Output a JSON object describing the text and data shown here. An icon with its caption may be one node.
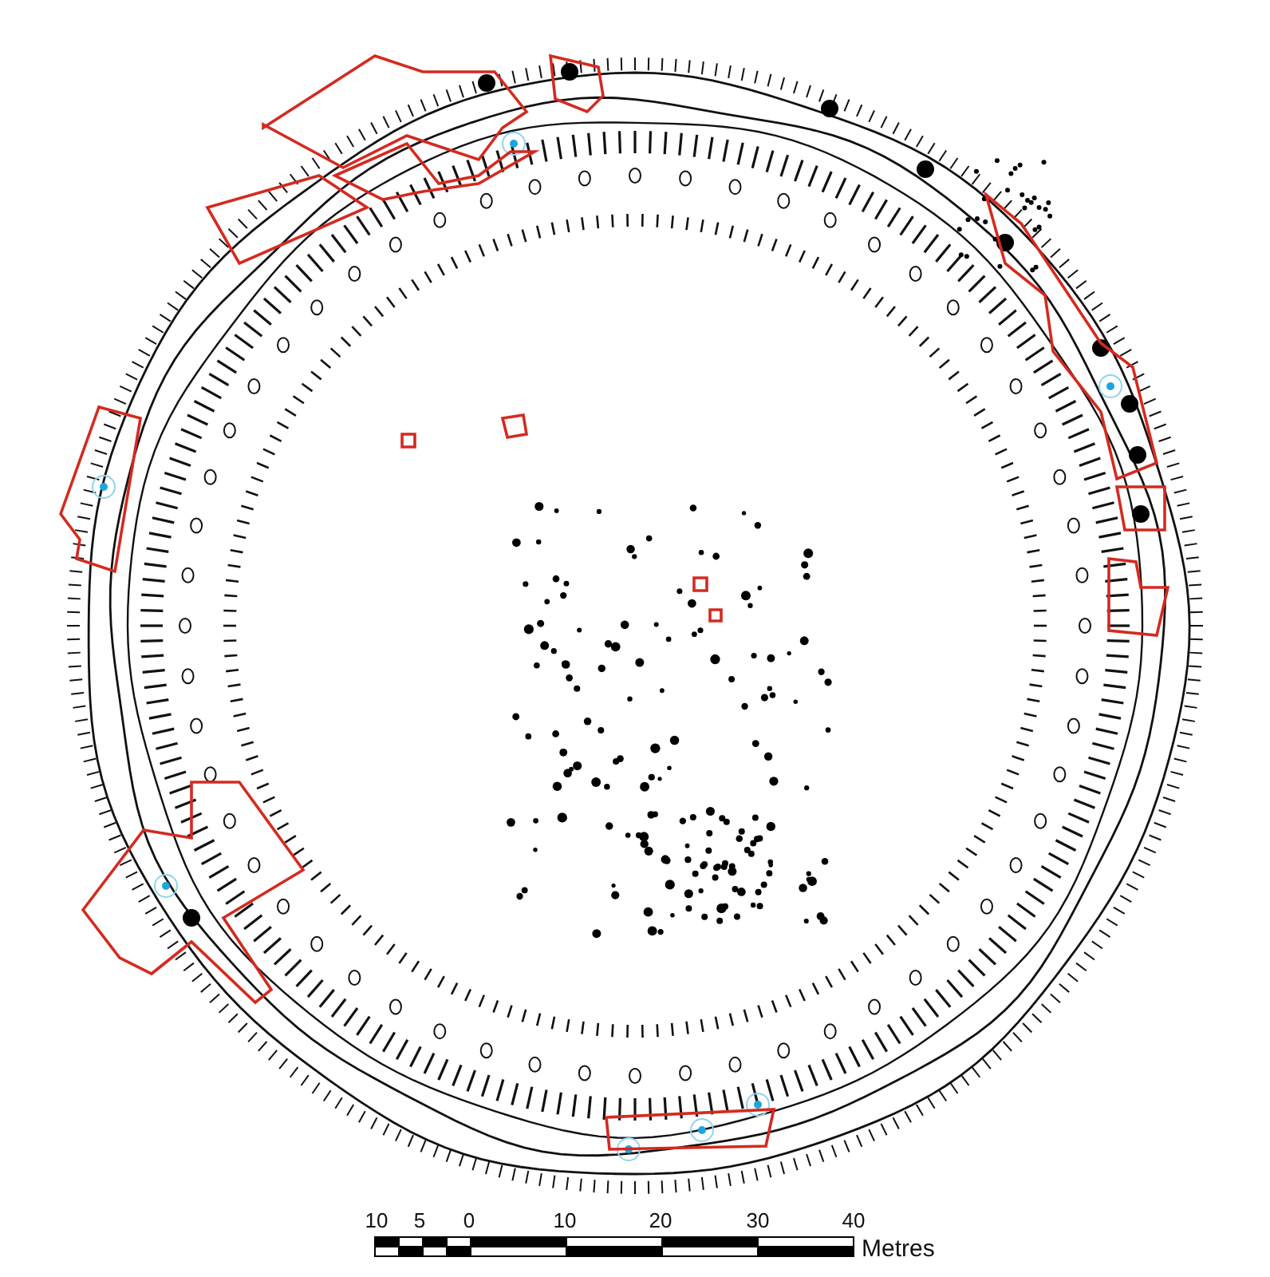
{
  "diagram": {
    "labels": [
      "10",
      "5",
      "0",
      "10",
      "20",
      "30",
      "40",
      "Metres"
    ]
  }
}
